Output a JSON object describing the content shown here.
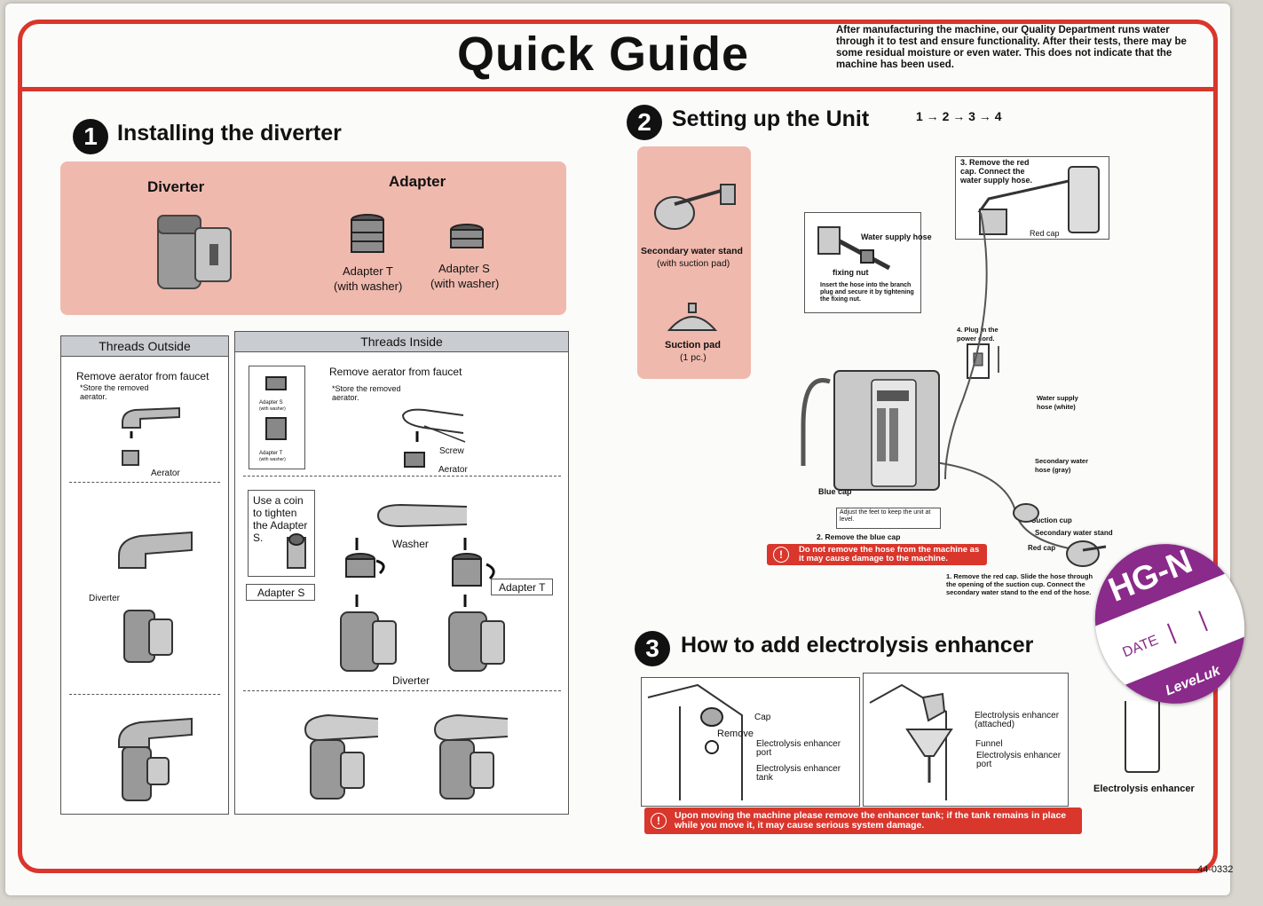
{
  "header": {
    "title": "Quick Guide",
    "note": "After manufacturing the machine, our Quality Department runs water through it to test and ensure functionality. After their tests, there may be some residual moisture or even water. This does not indicate that the machine has been used."
  },
  "section1": {
    "number": "1",
    "title": "Installing the diverter",
    "diverter_label": "Diverter",
    "adapter_label": "Adapter",
    "adapter_t": "Adapter T",
    "adapter_t_sub": "(with washer)",
    "adapter_s": "Adapter S",
    "adapter_s_sub": "(with washer)",
    "threads_outside": {
      "header": "Threads Outside",
      "remove": "Remove aerator from faucet",
      "store": "*Store the removed aerator.",
      "aerator": "Aerator",
      "diverter": "Diverter"
    },
    "threads_inside": {
      "header": "Threads Inside",
      "remove": "Remove aerator from faucet",
      "store": "*Store the removed aerator.",
      "adapter_s_small": "Adapter S",
      "adapter_s_small_sub": "(with washer)",
      "adapter_t_small": "Adapter T",
      "adapter_t_small_sub": "(with washer)",
      "screw": "Screw",
      "aerator": "Aerator",
      "coin": "Use a coin to tighten the Adapter S.",
      "adapter_s_tag": "Adapter S",
      "washer": "Washer",
      "adapter_t_tag": "Adapter T",
      "diverter": "Diverter"
    }
  },
  "section2": {
    "number": "2",
    "title": "Setting up the Unit",
    "steps": "1 → 2 → 3 → 4",
    "stand": "Secondary water stand",
    "stand_sub": "(with suction pad)",
    "pad": "Suction pad",
    "pad_sub": "(1 pc.)",
    "step3": "3. Remove the red cap. Connect the water supply hose.",
    "red_cap": "Red cap",
    "water_supply_hose": "Water supply hose",
    "fixing_nut": "fixing nut",
    "insert_note": "Insert the hose into the branch plug and secure it by tightening the fixing nut.",
    "step4": "4. Plug in the power cord.",
    "supply_white": "Water supply hose (white)",
    "secondary_gray": "Secondary water hose (gray)",
    "suction_cup": "Suction cup",
    "secondary_stand": "Secondary water stand",
    "red_cap2": "Red cap",
    "blue_cap": "Blue cap",
    "adjust_feet": "Adjust the feet to keep the unit at level.",
    "step2": "2. Remove the blue cap",
    "warning": "Do not remove the hose from the machine as it may cause damage to the machine.",
    "step1": "1. Remove the red cap. Slide the hose through the opening of the suction cup. Connect the secondary water stand to the end of the hose."
  },
  "section3": {
    "number": "3",
    "title": "How to add electrolysis enhancer",
    "cap": "Cap",
    "remove": "Remove",
    "port": "Electrolysis enhancer port",
    "tank": "Electrolysis enhancer tank",
    "attached": "Electrolysis enhancer (attached)",
    "funnel": "Funnel",
    "port2": "Electrolysis enhancer port",
    "enhancer": "Electrolysis enhancer",
    "warning": "Upon moving the machine please remove the enhancer tank; if the tank remains in place while you move it, it may cause serious system damage."
  },
  "sticker": {
    "model": "HG-N",
    "date": "DATE",
    "brand": "LeveLuk"
  },
  "footer": {
    "code": "44-0332"
  },
  "colors": {
    "accent": "#d9362c",
    "pink": "#f0b9ad",
    "sticker": "#8a2a8a"
  }
}
